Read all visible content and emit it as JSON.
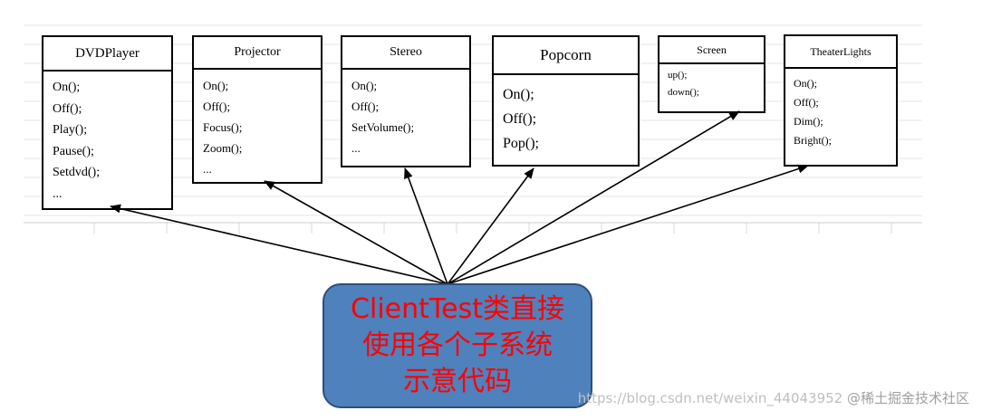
{
  "classes": [
    {
      "id": "dvdplayer",
      "title": "DVDPlayer",
      "methods": [
        "On();",
        "Off();",
        "Play();",
        "Pause();",
        "Setdvd();",
        "..."
      ]
    },
    {
      "id": "projector",
      "title": "Projector",
      "methods": [
        "On();",
        "Off();",
        "Focus();",
        "Zoom();",
        "..."
      ]
    },
    {
      "id": "stereo",
      "title": "Stereo",
      "methods": [
        "On();",
        "Off();",
        "SetVolume();",
        "..."
      ]
    },
    {
      "id": "popcorn",
      "title": "Popcorn",
      "methods": [
        "On();",
        "Off();",
        "Pop();"
      ]
    },
    {
      "id": "screen",
      "title": "Screen",
      "methods": [
        "up();",
        "down();"
      ]
    },
    {
      "id": "theaterlights",
      "title": "TheaterLights",
      "methods": [
        "On();",
        "Off();",
        "Dim();",
        "Bright();"
      ]
    }
  ],
  "client": {
    "lines": [
      "ClientTest类直接",
      "使用各个子系统",
      "示意代码"
    ]
  },
  "watermark": {
    "url_text": "https://blog.csdn.net/weixin_44043952",
    "brand_text": "@稀土掘金技术社区"
  },
  "colors": {
    "client_fill": "#4f81bd",
    "client_text": "#ff0000",
    "box_border": "#000000",
    "arrow": "#000000"
  }
}
